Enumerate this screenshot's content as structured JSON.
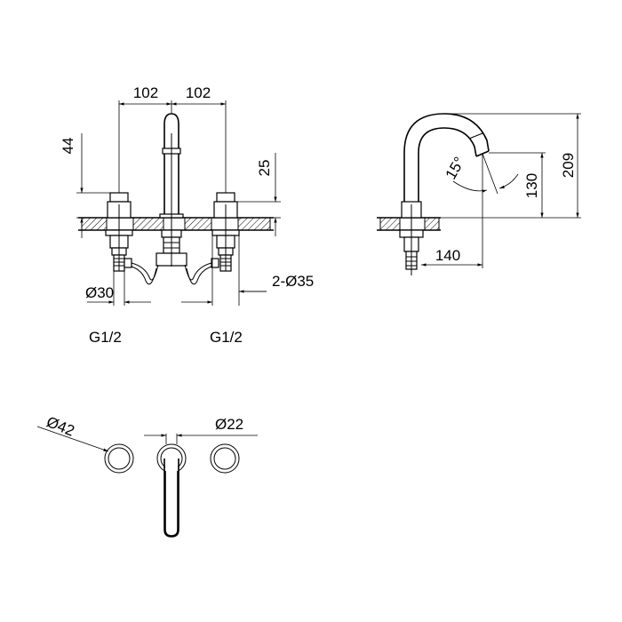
{
  "front_view": {
    "dim_left_spacing": "102",
    "dim_right_spacing": "102",
    "dim_height_44": "44",
    "dim_height_25": "25",
    "dim_diameter_30": "Ø30",
    "dim_holes": "2-Ø35",
    "thread_left": "G1/2",
    "thread_right": "G1/2"
  },
  "side_view": {
    "dim_angle": "15°",
    "dim_height_130": "130",
    "dim_height_209": "209",
    "dim_reach_140": "140"
  },
  "top_view": {
    "dim_diameter_42": "Ø42",
    "dim_diameter_22": "Ø22"
  }
}
